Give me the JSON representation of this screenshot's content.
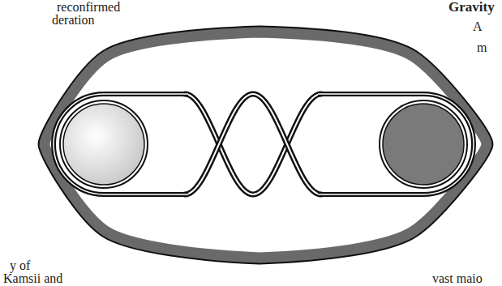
{
  "diagram": {
    "labels": [
      "reconfirmed",
      "deration",
      "Gravity",
      "A",
      "m",
      "y of",
      "Kamsii and",
      "vast maio"
    ]
  }
}
